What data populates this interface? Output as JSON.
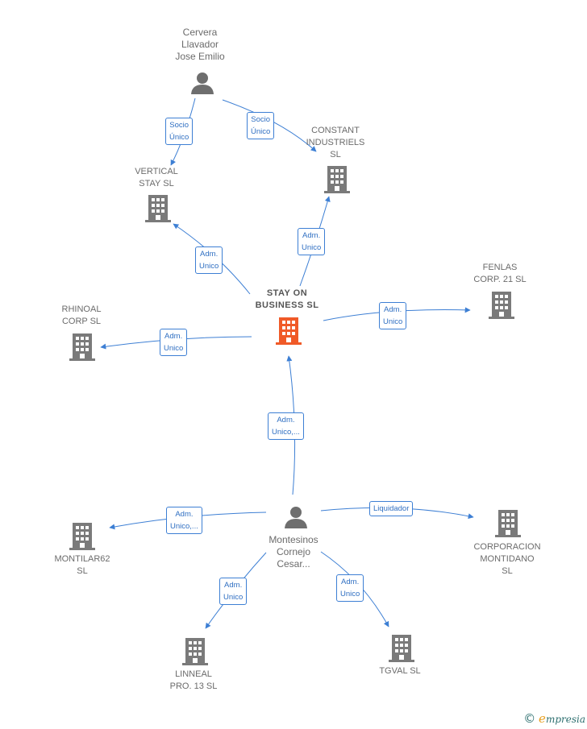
{
  "nodes": {
    "cervera": {
      "label": "Cervera\nLlavador\nJose Emilio"
    },
    "vertical": {
      "label": "VERTICAL\nSTAY  SL"
    },
    "constant": {
      "label": "CONSTANT\nINDUSTRIELS\nSL"
    },
    "fenlas": {
      "label": "FENLAS\nCORP.  21  SL"
    },
    "stay": {
      "label": "STAY ON\nBUSINESS  SL"
    },
    "rhinoal": {
      "label": "RHINOAL\nCORP  SL"
    },
    "montilar": {
      "label": "MONTILAR62\nSL"
    },
    "montesinos": {
      "label": "Montesinos\nCornejo\nCesar..."
    },
    "corporacion": {
      "label": "CORPORACION\nMONTIDANO\nSL"
    },
    "linneal": {
      "label": "LINNEAL\nPRO.  13  SL"
    },
    "tgval": {
      "label": "TGVAL SL"
    }
  },
  "edges": {
    "cervera_vertical": "Socio\nÚnico",
    "cervera_constant": "Socio\nÚnico",
    "stay_vertical": "Adm.\nUnico",
    "stay_constant": "Adm.\nUnico",
    "stay_fenlas": "Adm.\nUnico",
    "stay_rhinoal": "Adm.\nUnico",
    "montesinos_stay": "Adm.\nUnico,...",
    "montesinos_montilar": "Adm.\nUnico,...",
    "montesinos_corporacion": "Liquidador",
    "montesinos_linneal": "Adm.\nUnico",
    "montesinos_tgval": "Adm.\nUnico"
  },
  "colors": {
    "edge": "#3d7fd4",
    "building": "#7a7a7a",
    "building_center": "#f05a28",
    "person": "#6e6e6e"
  },
  "footer": {
    "copyright": "©",
    "brand_initial": "e",
    "brand_rest": "mpresia"
  }
}
